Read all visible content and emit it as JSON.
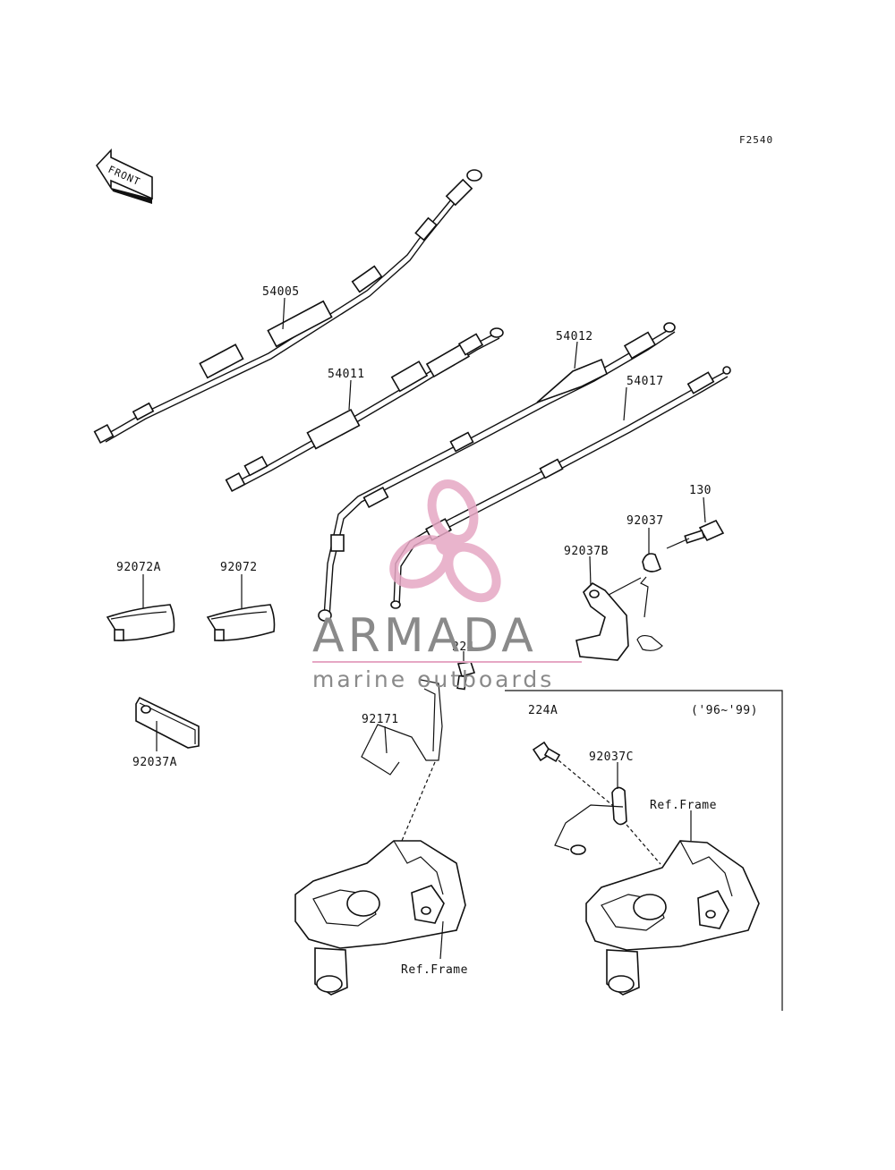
{
  "figure_code": "F2540",
  "front_arrow_label": "FRONT",
  "variant_note": "('96~'99)",
  "parts": {
    "p54005": "54005",
    "p54011": "54011",
    "p54012": "54012",
    "p54017": "54017",
    "p130": "130",
    "p92037": "92037",
    "p92037B": "92037B",
    "p92072A": "92072A",
    "p92072": "92072",
    "p224": "224",
    "p92171": "92171",
    "p224A": "224A",
    "p92037C": "92037C",
    "p92037A": "92037A"
  },
  "refs": {
    "ref_frame_left": "Ref.Frame",
    "ref_frame_right": "Ref.Frame"
  },
  "watermark": {
    "brand": "ARMADA",
    "tagline": "marine outboards",
    "logo_color": "#e6a7c4",
    "logo_dark": "#d07aa3",
    "text_color": "#8a8a8a"
  }
}
